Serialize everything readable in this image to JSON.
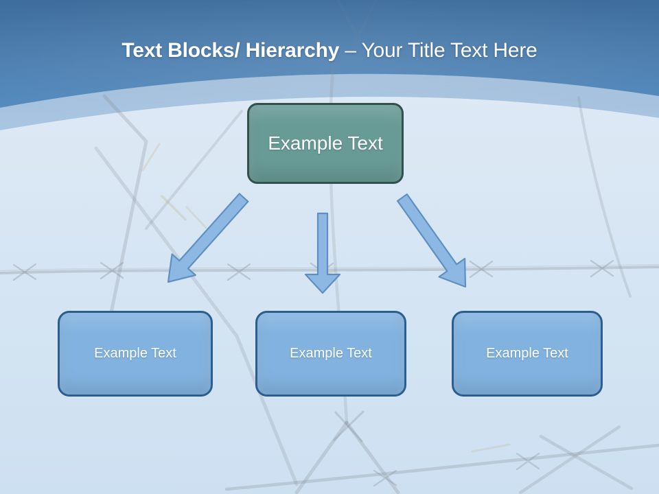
{
  "slide": {
    "title": {
      "emphasis": "Text Blocks/ Hierarchy",
      "rest": "– Your Title Text Here"
    },
    "hierarchy": {
      "root": {
        "label": "Example Text"
      },
      "children": [
        {
          "label": "Example Text"
        },
        {
          "label": "Example Text"
        },
        {
          "label": "Example Text"
        }
      ]
    },
    "colors": {
      "header_blue_top": "#3e6d9c",
      "header_blue_bottom": "#5b92c7",
      "curve_band": "#e9f1fa",
      "body_light": "#dde9f5",
      "body_dark": "#cde0f1",
      "root_box_fill": "#689a96",
      "root_box_border": "#33504d",
      "child_box_fill": "#82b3e0",
      "child_box_border": "#2b5d8d",
      "arrow_fill": "#8cb8e3",
      "arrow_border": "#5f8fc1",
      "title_text": "#ffffff",
      "box_text": "#ffffff"
    }
  }
}
